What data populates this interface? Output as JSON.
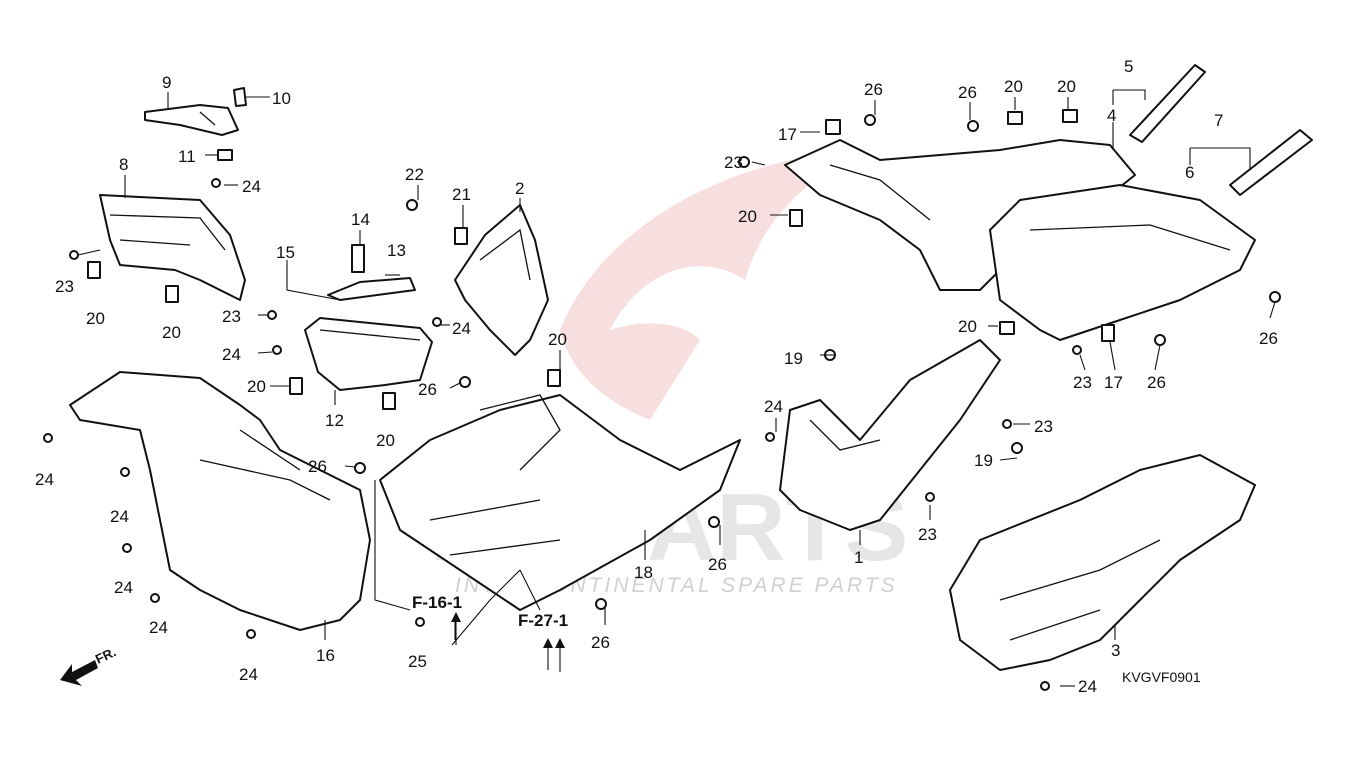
{
  "watermark": {
    "brand": "ICSPARTS",
    "tagline": "INTERCONTINENTAL SPARE PARTS",
    "color": "#e8a2a2"
  },
  "diagram_code": "KVGVF0901",
  "front_marker": "FR.",
  "references": {
    "ref_a": "F-16-1",
    "ref_b": "F-27-1"
  },
  "callouts": {
    "c1": "1",
    "c2": "2",
    "c3": "3",
    "c4": "4",
    "c5": "5",
    "c6": "6",
    "c7": "7",
    "c8": "8",
    "c9": "9",
    "c10": "10",
    "c11": "11",
    "c12": "12",
    "c13": "13",
    "c14": "14",
    "c15": "15",
    "c16": "16",
    "c17": "17",
    "c18": "18",
    "c19": "19",
    "c20": "20",
    "c21": "21",
    "c22": "22",
    "c23": "23",
    "c24": "24",
    "c25": "25",
    "c26": "26"
  }
}
